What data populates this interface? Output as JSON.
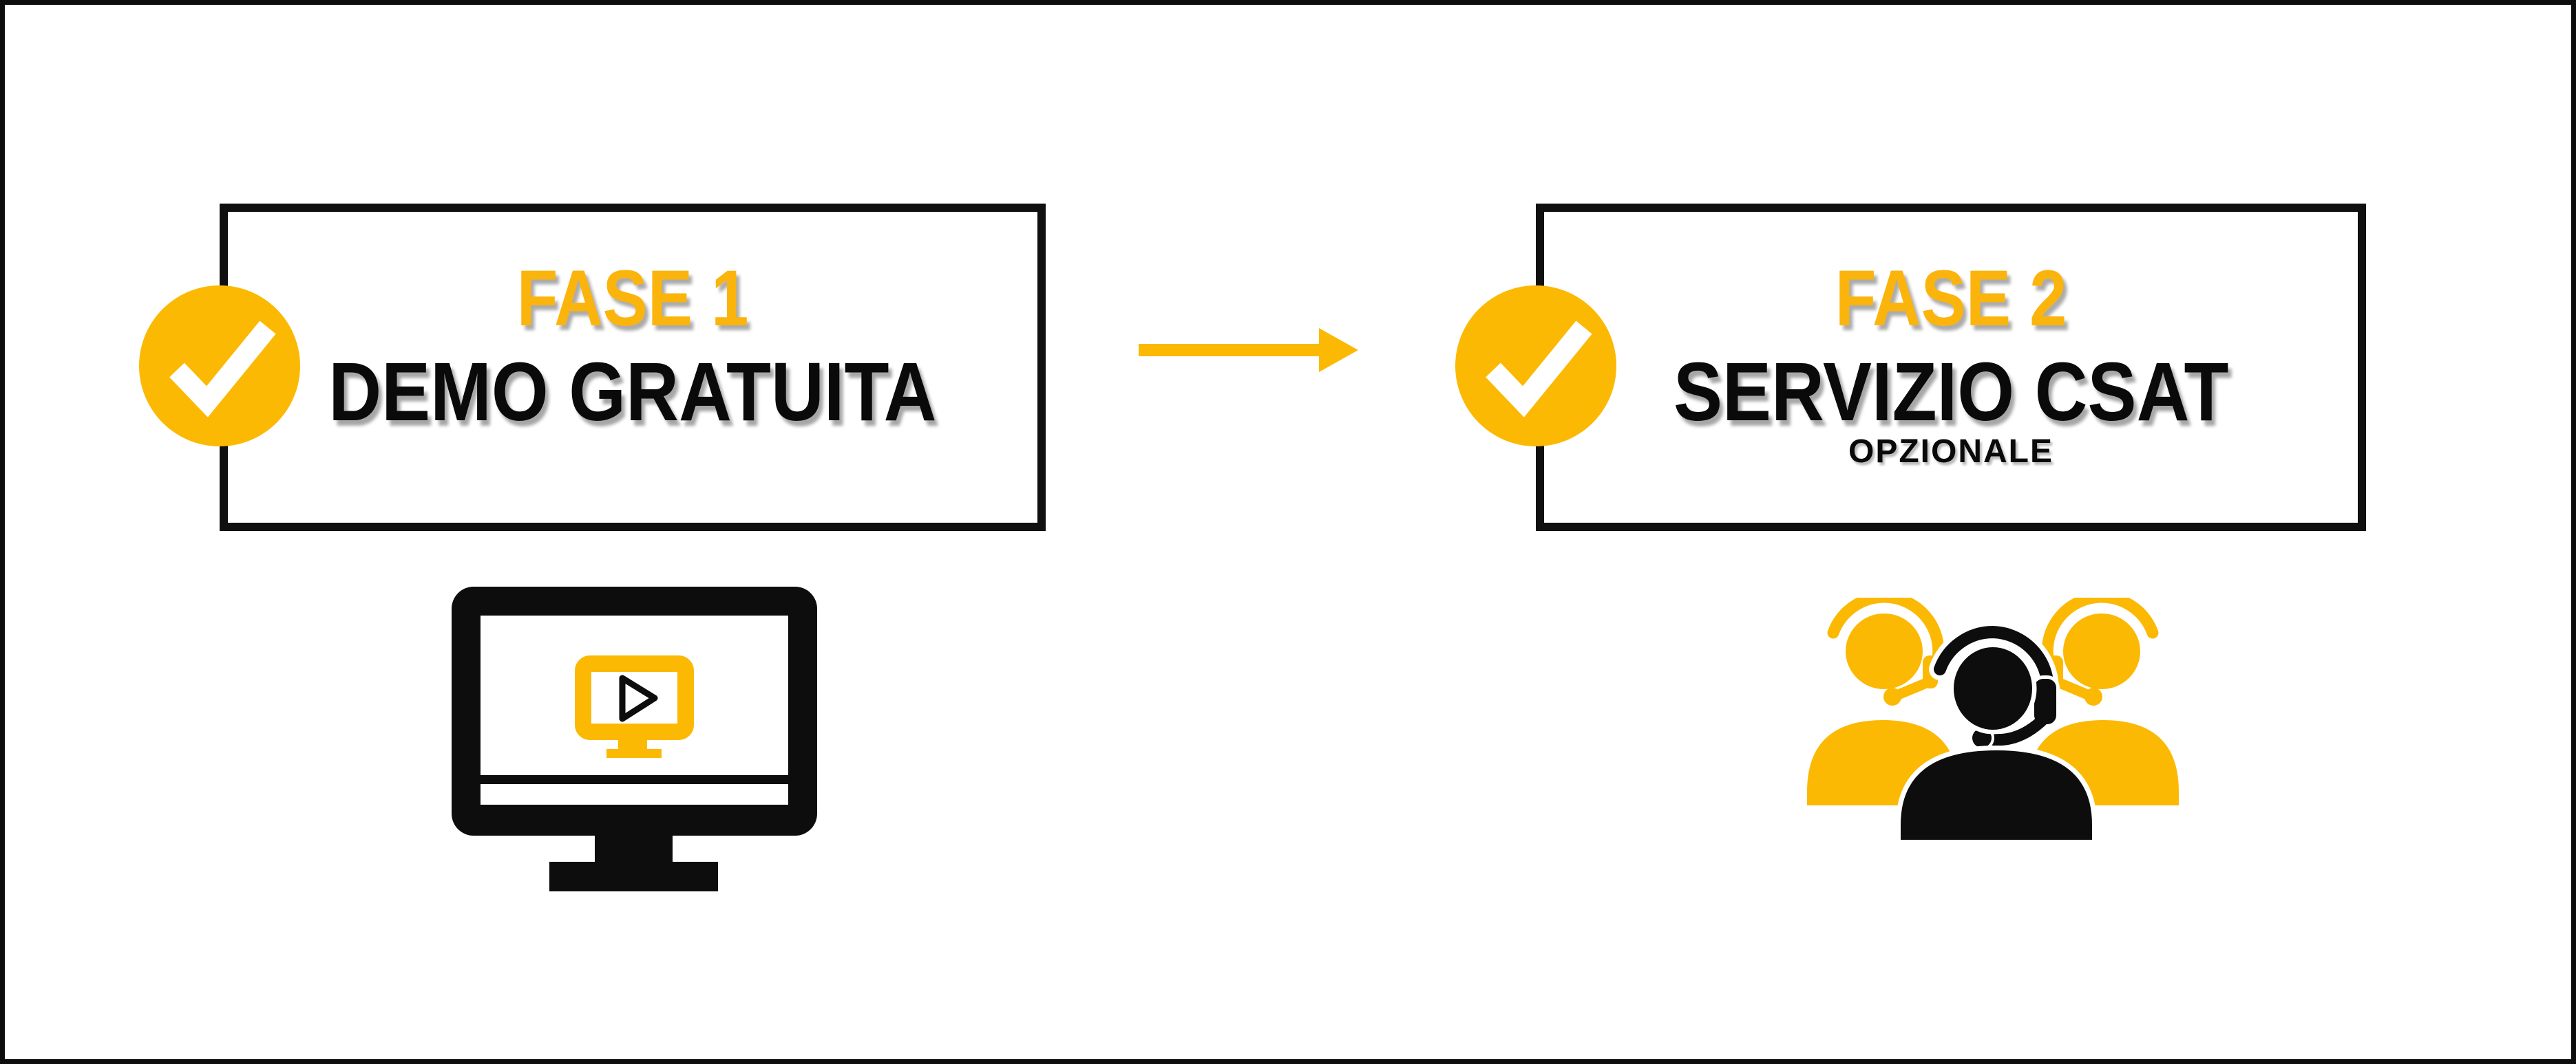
{
  "diagram": {
    "language": "it",
    "type": "process-flow",
    "background": "#FFFFFF",
    "frame_color": "#0D0D0D"
  },
  "colors": {
    "yellow": "#FCB903",
    "text_yellow": "#FBB40C",
    "ink": "#0D0D0D",
    "paper": "#FFFFFF"
  },
  "phase1": {
    "label": "FASE 1",
    "title": "DEMO GRATUITA",
    "badge": "check",
    "icon": "monitor-play-icon"
  },
  "phase2": {
    "label": "FASE 2",
    "title": "SERVIZIO CSAT",
    "subtitle": "OPZIONALE",
    "badge": "check",
    "icon": "support-team-icon"
  },
  "connector": {
    "type": "arrow",
    "direction": "right",
    "color": "#FCB903"
  }
}
